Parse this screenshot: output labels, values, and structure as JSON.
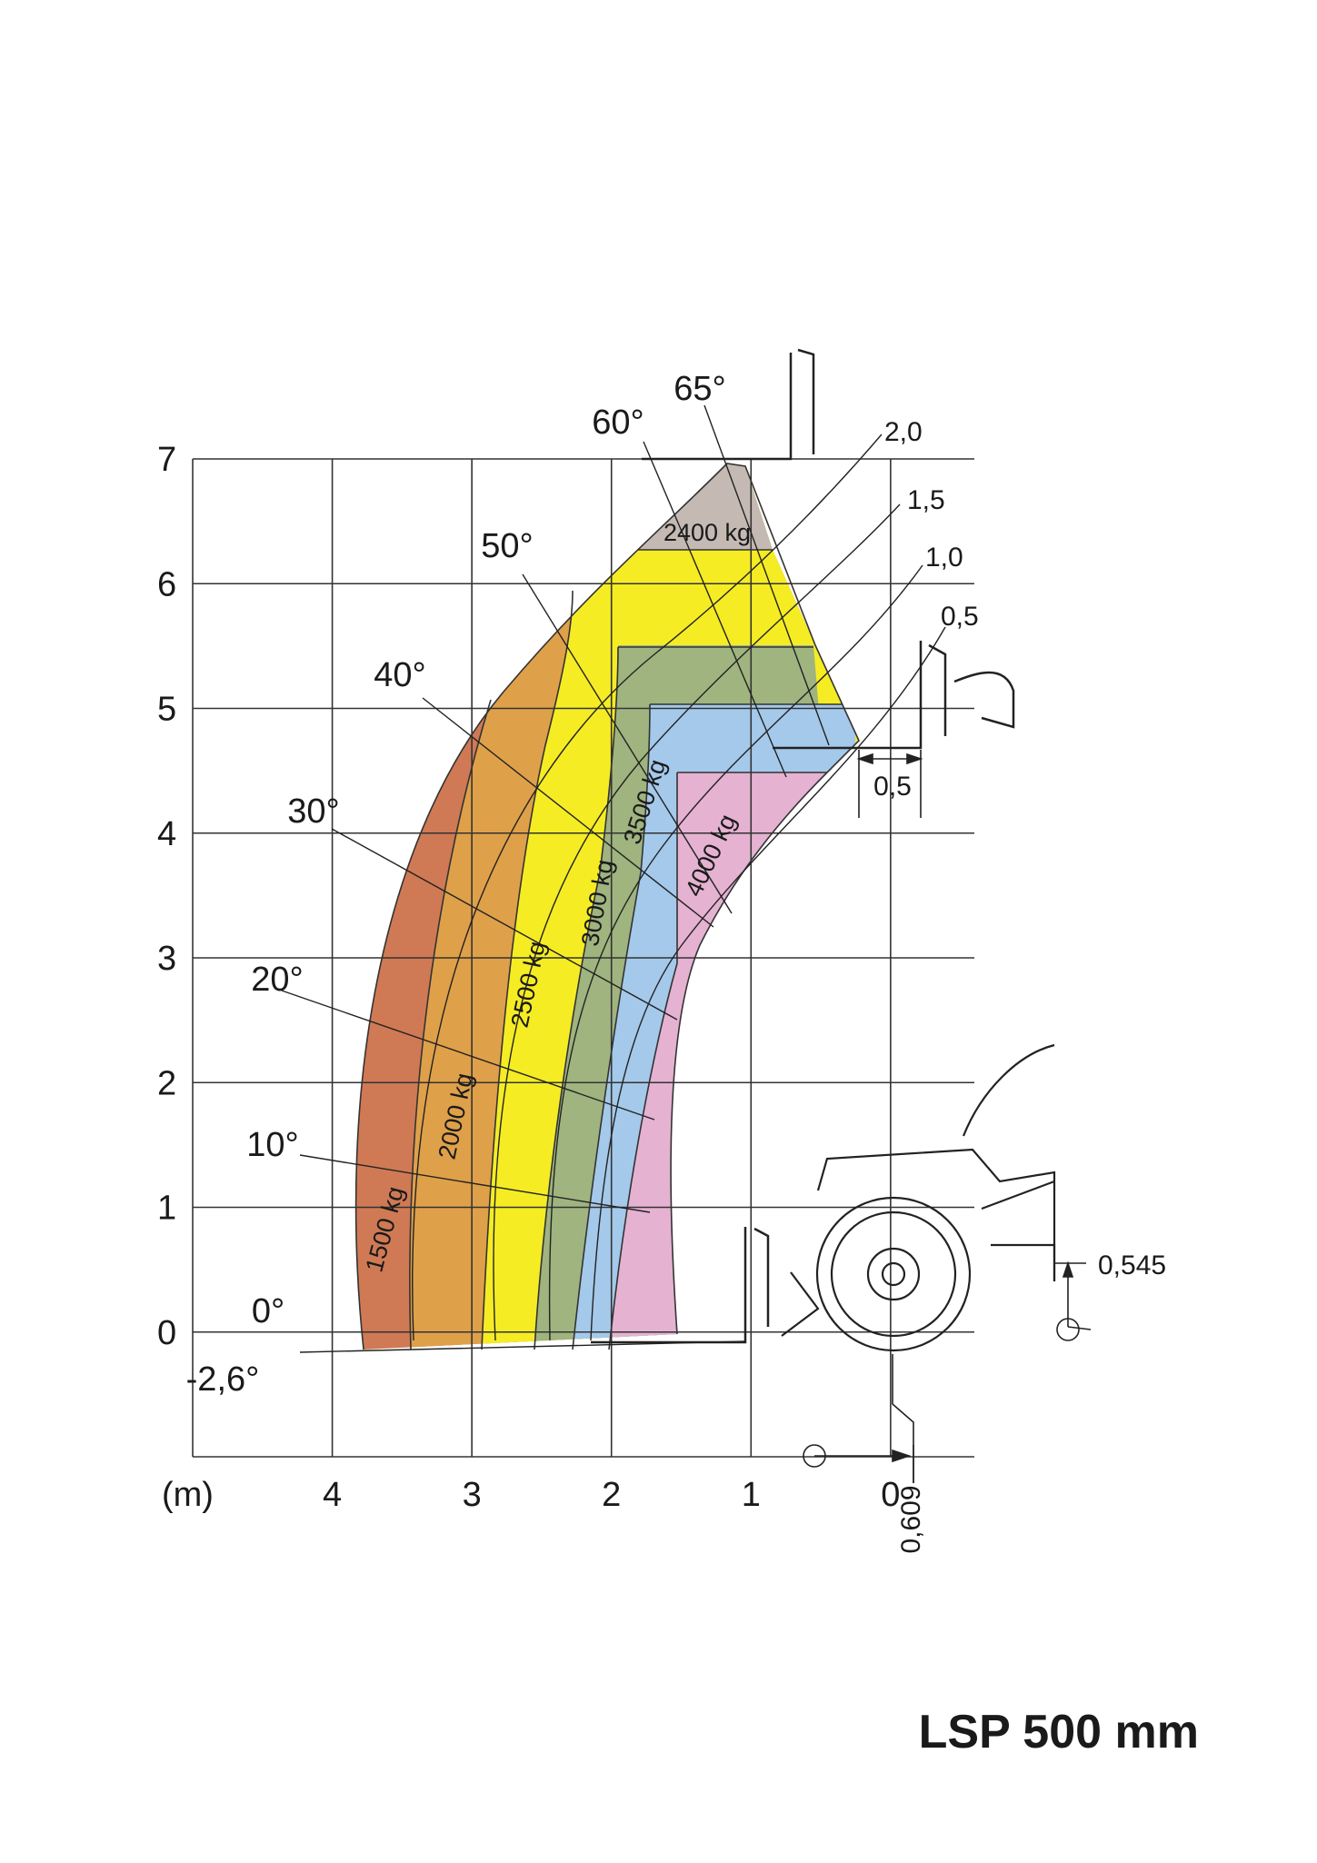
{
  "title": "LSP 500 mm",
  "unit_label": "(m)",
  "colors": {
    "1500 kg": "#cf7a55",
    "2000 kg": "#dfa04a",
    "2500 kg": "#f5ec24",
    "3000 kg": "#9fb47f",
    "3500 kg": "#a4c9ea",
    "4000 kg": "#e5b2d2",
    "2400 kg": "#c4bab3"
  },
  "chart_data": {
    "type": "diagram",
    "x_ticks": [
      "4",
      "3",
      "2",
      "1",
      "0"
    ],
    "y_ticks": [
      "7",
      "6",
      "5",
      "4",
      "3",
      "2",
      "1",
      "0"
    ],
    "xlim": [
      -0.6,
      5.0
    ],
    "ylim": [
      -1.0,
      7.0
    ],
    "angles": [
      "65°",
      "60°",
      "50°",
      "40°",
      "30°",
      "20°",
      "10°",
      "0°",
      "-2,6°"
    ],
    "extensions": [
      "2,0",
      "1,5",
      "1,0",
      "0,5"
    ],
    "loads": [
      "1500 kg",
      "2000 kg",
      "2500 kg",
      "3000 kg",
      "3500 kg",
      "4000 kg",
      "2400 kg"
    ],
    "dimensions": {
      "fork_step": "0,5",
      "pivot_height": "0,545",
      "pivot_offset": "0,609"
    }
  }
}
